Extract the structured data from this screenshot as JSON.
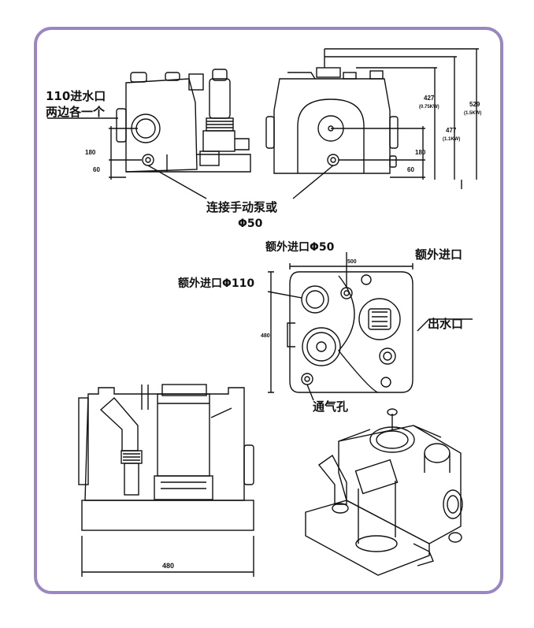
{
  "labels": {
    "inlet_110_line1": "110进水口",
    "inlet_110_line2": "两边各一个",
    "manual_pump_line1": "连接手动泵或",
    "manual_pump_line2": "Φ50",
    "extra_inlet_50": "额外进口Φ50",
    "extra_inlet": "额外进口",
    "extra_inlet_110": "额外进口Φ110",
    "outlet": "出水口",
    "vent": "通气孔"
  },
  "dimensions": {
    "h180_left": "180",
    "h60_left": "60",
    "h180_right": "180",
    "h60_right": "60",
    "h427": "427",
    "h427_note": "(0.75KW)",
    "h477": "477",
    "h477_note": "(1.1KW)",
    "h529": "529",
    "h529_note": "(1.5KW)",
    "w500": "500",
    "d480": "480",
    "w480_bottom": "480"
  },
  "colors": {
    "frame": "#9b86c4",
    "ink": "#111111"
  }
}
